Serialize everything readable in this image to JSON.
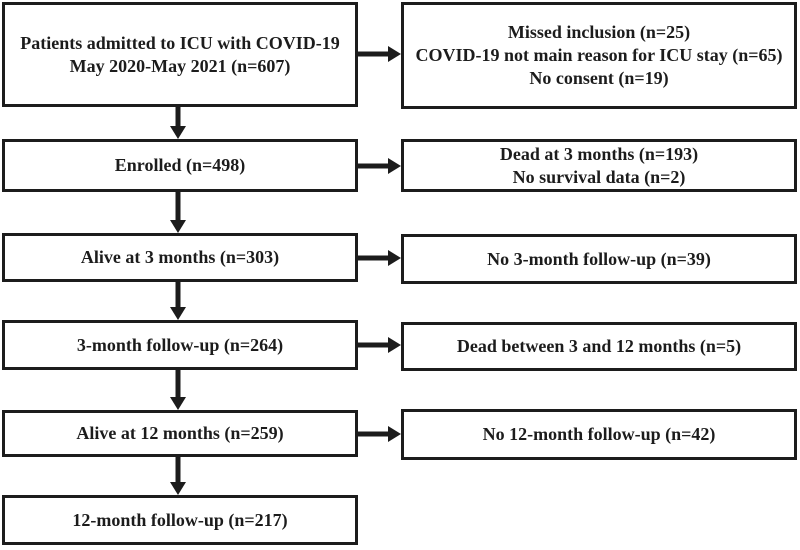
{
  "figure": {
    "kind": "patient-flow-diagram",
    "colors": {
      "border": "#1c1c1c",
      "arrow": "#1c1c1c",
      "text": "#1c1c1c",
      "background": "#ffffff"
    },
    "rows": [
      {
        "main": {
          "lines": [
            "Patients admitted to ICU with COVID-19",
            "May 2020-May 2021 (n=607)"
          ]
        },
        "side": {
          "lines": [
            "Missed inclusion (n=25)",
            "COVID-19 not main reason for ICU stay (n=65)",
            "No consent (n=19)"
          ]
        }
      },
      {
        "main": {
          "lines": [
            "Enrolled (n=498)"
          ]
        },
        "side": {
          "lines": [
            "Dead at 3 months (n=193)",
            "No survival data (n=2)"
          ]
        }
      },
      {
        "main": {
          "lines": [
            "Alive at 3 months (n=303)"
          ]
        },
        "side": {
          "lines": [
            "No 3-month follow-up (n=39)"
          ]
        }
      },
      {
        "main": {
          "lines": [
            "3-month follow-up (n=264)"
          ]
        },
        "side": {
          "lines": [
            "Dead between 3 and 12 months (n=5)"
          ]
        }
      },
      {
        "main": {
          "lines": [
            "Alive at 12 months (n=259)"
          ]
        },
        "side": {
          "lines": [
            "No 12-month follow-up (n=42)"
          ]
        }
      },
      {
        "main": {
          "lines": [
            "12-month follow-up (n=217)"
          ]
        }
      }
    ]
  }
}
